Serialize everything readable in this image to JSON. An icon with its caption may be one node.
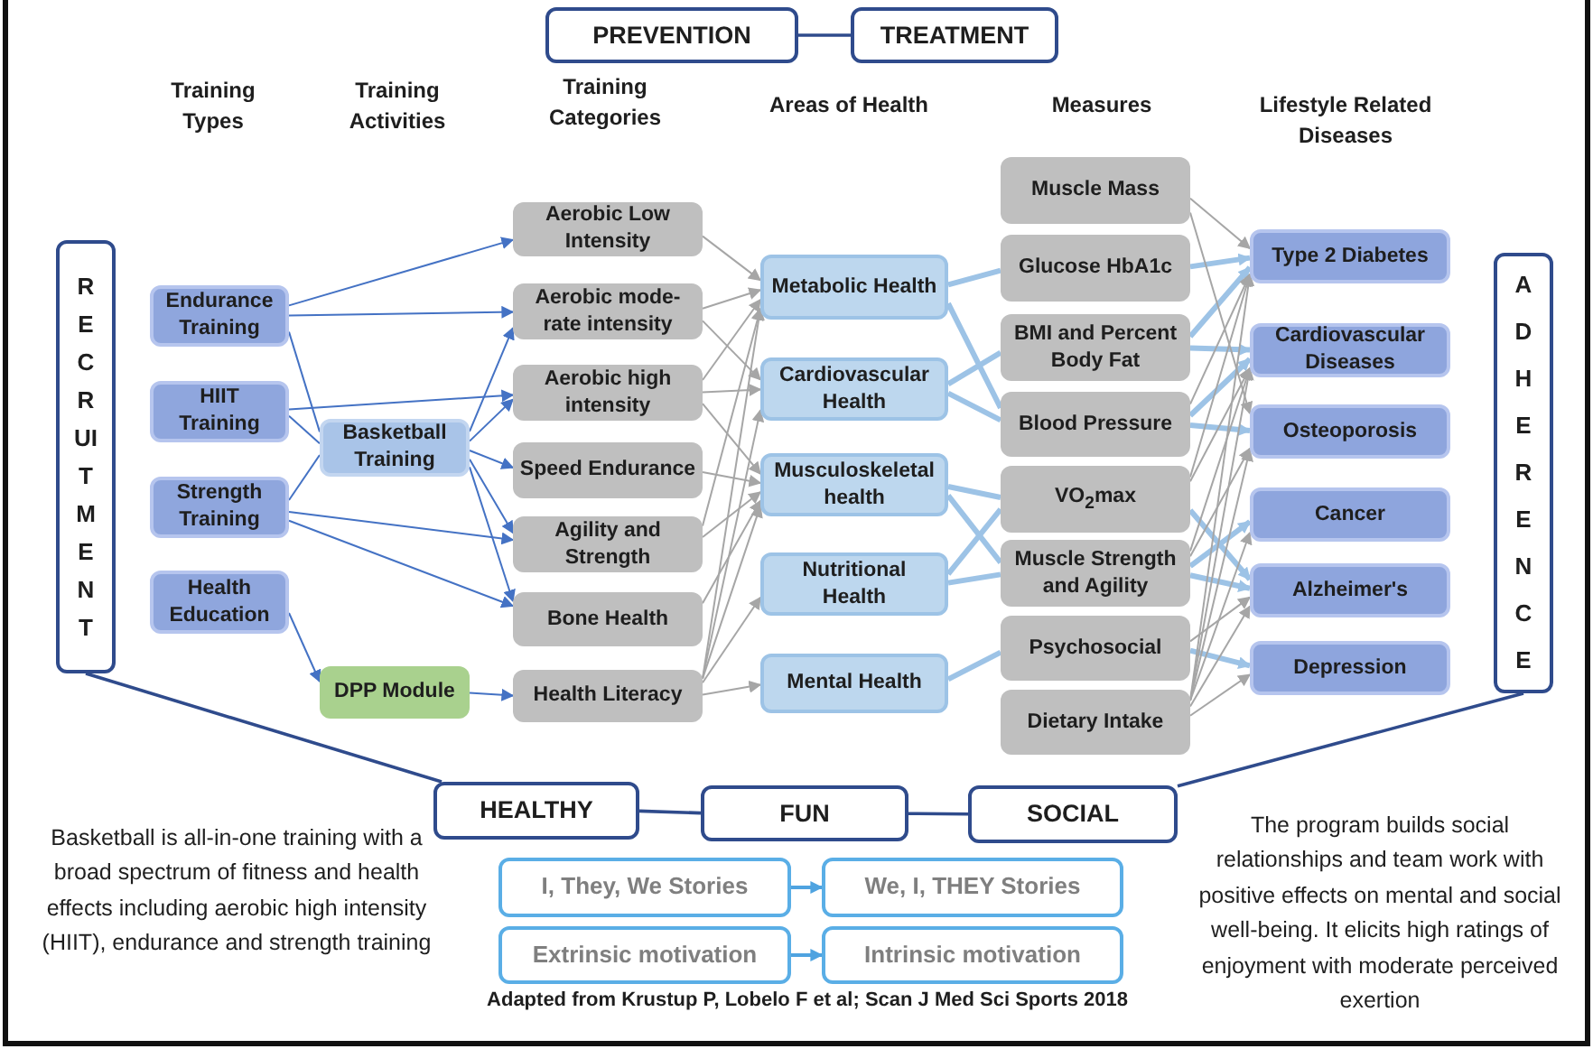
{
  "diagram": {
    "nodes": [
      {
        "text": [
          "PREVENTION"
        ]
      },
      {
        "text": [
          "TREATMENT"
        ]
      },
      {
        "text": [
          "RECRUITMENT"
        ]
      },
      {
        "text": [
          "ADHERENCE"
        ]
      },
      {
        "text": [
          "Endurance Training"
        ]
      },
      {
        "text": [
          "HIIT Training"
        ]
      },
      {
        "text": [
          "Strength Training"
        ]
      },
      {
        "text": [
          "Health Education"
        ]
      },
      {
        "text": [
          "Basketball Training"
        ]
      },
      {
        "text": [
          "DPP Module"
        ]
      },
      {
        "text": [
          "Aerobic Low Intensity"
        ]
      },
      {
        "text": [
          "Aerobic mode-rate intensity"
        ]
      },
      {
        "text": [
          "Aerobic high intensity"
        ]
      },
      {
        "text": [
          "Speed Endurance"
        ]
      },
      {
        "text": [
          "Agility and Strength"
        ]
      },
      {
        "text": [
          "Bone Health"
        ]
      },
      {
        "text": [
          "Health Literacy"
        ]
      },
      {
        "text": [
          "Metabolic Health"
        ]
      },
      {
        "text": [
          "Cardiovascular Health"
        ]
      },
      {
        "text": [
          "Musculoskeletal health"
        ]
      },
      {
        "text": [
          "Nutritional Health"
        ]
      },
      {
        "text": [
          "Mental Health"
        ]
      },
      {
        "text": [
          "Muscle Mass"
        ]
      },
      {
        "text": [
          "Glucose HbA1c"
        ]
      },
      {
        "text": [
          "BMI and Percent Body Fat"
        ]
      },
      {
        "text": [
          "Blood Pressure"
        ]
      },
      {
        "text": [
          "VO$_{2}$max"
        ]
      },
      {
        "text": [
          "Muscle Strength and Agility"
        ]
      },
      {
        "text": [
          "Psychosocial"
        ]
      },
      {
        "text": [
          "Dietary Intake"
        ]
      },
      {
        "text": [
          "Type 2 Diabetes"
        ]
      },
      {
        "text": [
          "Cardiovascular Diseases"
        ]
      },
      {
        "text": [
          "Osteoporosis"
        ]
      },
      {
        "text": [
          "Cancer"
        ]
      },
      {
        "text": [
          "Alzheimer's"
        ]
      },
      {
        "text": [
          "Depression"
        ]
      },
      {
        "text": [
          "HEALTHY"
        ]
      },
      {
        "text": [
          "FUN"
        ]
      },
      {
        "text": [
          "SOCIAL"
        ]
      },
      {
        "text": [
          "I, They, We Stories"
        ]
      },
      {
        "text": [
          "We, I, THEY Stories"
        ]
      },
      {
        "text": [
          "Extrinsic motivation"
        ]
      },
      {
        "text": [
          "Intrinsic motivation"
        ]
      }
    ],
    "edges": [
      {
        "from": 0,
        "to": 1,
        "arrow": "none",
        "color": "#2f4b8c"
      },
      {
        "from": 2,
        "to": 36,
        "arrow": "none",
        "color": "#2f4b8c"
      },
      {
        "from": 36,
        "to": 37,
        "arrow": "none",
        "color": "#2f4b8c"
      },
      {
        "from": 37,
        "to": 38,
        "arrow": "none",
        "color": "#2f4b8c"
      },
      {
        "from": 38,
        "to": 3,
        "arrow": "none",
        "color": "#2f4b8c"
      },
      {
        "from": 4,
        "to": 10,
        "arrow": "to",
        "color": "#4472c4"
      },
      {
        "from": 4,
        "to": 11,
        "arrow": "to",
        "color": "#4472c4"
      },
      {
        "from": 4,
        "to": 8,
        "arrow": "none",
        "color": "#4472c4"
      },
      {
        "from": 5,
        "to": 12,
        "arrow": "to",
        "color": "#4472c4"
      },
      {
        "from": 5,
        "to": 8,
        "arrow": "none",
        "color": "#4472c4"
      },
      {
        "from": 6,
        "to": 8,
        "arrow": "none",
        "color": "#4472c4"
      },
      {
        "from": 6,
        "to": 14,
        "arrow": "to",
        "color": "#4472c4"
      },
      {
        "from": 6,
        "to": 15,
        "arrow": "to",
        "color": "#4472c4"
      },
      {
        "from": 8,
        "to": 11,
        "arrow": "to",
        "color": "#4472c4"
      },
      {
        "from": 8,
        "to": 12,
        "arrow": "to",
        "color": "#4472c4"
      },
      {
        "from": 8,
        "to": 13,
        "arrow": "to",
        "color": "#4472c4"
      },
      {
        "from": 8,
        "to": 14,
        "arrow": "to",
        "color": "#4472c4"
      },
      {
        "from": 8,
        "to": 15,
        "arrow": "to",
        "color": "#4472c4"
      },
      {
        "from": 7,
        "to": 9,
        "arrow": "to",
        "color": "#4472c4"
      },
      {
        "from": 9,
        "to": 16,
        "arrow": "to",
        "color": "#4472c4"
      },
      {
        "from": 10,
        "to": 17,
        "arrow": "to"
      },
      {
        "from": 11,
        "to": 17,
        "arrow": "to"
      },
      {
        "from": 11,
        "to": 18,
        "arrow": "to"
      },
      {
        "from": 12,
        "to": 17,
        "arrow": "to"
      },
      {
        "from": 12,
        "to": 18,
        "arrow": "to"
      },
      {
        "from": 12,
        "to": 19,
        "arrow": "to"
      },
      {
        "from": 13,
        "to": 19,
        "arrow": "to"
      },
      {
        "from": 14,
        "to": 17,
        "arrow": "to"
      },
      {
        "from": 14,
        "to": 19,
        "arrow": "to"
      },
      {
        "from": 15,
        "to": 19,
        "arrow": "to"
      },
      {
        "from": 16,
        "to": 17,
        "arrow": "to"
      },
      {
        "from": 16,
        "to": 18,
        "arrow": "to"
      },
      {
        "from": 16,
        "to": 19,
        "arrow": "to"
      },
      {
        "from": 16,
        "to": 20,
        "arrow": "to"
      },
      {
        "from": 16,
        "to": 21,
        "arrow": "to"
      },
      {
        "from": 17,
        "to": 23,
        "arrow": "none",
        "style": "thick",
        "color": "#9dc3e6"
      },
      {
        "from": 17,
        "to": 25,
        "arrow": "none",
        "style": "thick",
        "color": "#9dc3e6"
      },
      {
        "from": 18,
        "to": 24,
        "arrow": "none",
        "style": "thick",
        "color": "#9dc3e6"
      },
      {
        "from": 18,
        "to": 25,
        "arrow": "none",
        "style": "thick",
        "color": "#9dc3e6"
      },
      {
        "from": 19,
        "to": 26,
        "arrow": "none",
        "style": "thick",
        "color": "#9dc3e6"
      },
      {
        "from": 19,
        "to": 27,
        "arrow": "none",
        "style": "thick",
        "color": "#9dc3e6"
      },
      {
        "from": 20,
        "to": 26,
        "arrow": "none",
        "style": "thick",
        "color": "#9dc3e6"
      },
      {
        "from": 20,
        "to": 27,
        "arrow": "none",
        "style": "thick",
        "color": "#9dc3e6"
      },
      {
        "from": 21,
        "to": 28,
        "arrow": "none",
        "style": "thick",
        "color": "#9dc3e6"
      },
      {
        "from": 23,
        "to": 30,
        "arrow": "to",
        "style": "thick",
        "color": "#9dc3e6"
      },
      {
        "from": 24,
        "to": 30,
        "arrow": "to",
        "style": "thick",
        "color": "#9dc3e6"
      },
      {
        "from": 24,
        "to": 31,
        "arrow": "to",
        "style": "thick",
        "color": "#9dc3e6"
      },
      {
        "from": 25,
        "to": 31,
        "arrow": "to",
        "style": "thick",
        "color": "#9dc3e6"
      },
      {
        "from": 25,
        "to": 32,
        "arrow": "to",
        "style": "thick",
        "color": "#9dc3e6"
      },
      {
        "from": 27,
        "to": 33,
        "arrow": "to",
        "style": "thick",
        "color": "#9dc3e6"
      },
      {
        "from": 26,
        "to": 34,
        "arrow": "to",
        "style": "thick",
        "color": "#9dc3e6"
      },
      {
        "from": 27,
        "to": 34,
        "arrow": "to",
        "style": "thick",
        "color": "#9dc3e6"
      },
      {
        "from": 28,
        "to": 35,
        "arrow": "to",
        "style": "thick",
        "color": "#9dc3e6"
      },
      {
        "from": 22,
        "to": 30,
        "arrow": "to"
      },
      {
        "from": 22,
        "to": 32,
        "arrow": "to"
      },
      {
        "from": 25,
        "to": 30,
        "arrow": "to"
      },
      {
        "from": 26,
        "to": 30,
        "arrow": "to"
      },
      {
        "from": 26,
        "to": 31,
        "arrow": "to"
      },
      {
        "from": 27,
        "to": 31,
        "arrow": "to"
      },
      {
        "from": 27,
        "to": 32,
        "arrow": "to"
      },
      {
        "from": 28,
        "to": 34,
        "arrow": "to"
      },
      {
        "from": 29,
        "to": 30,
        "arrow": "to"
      },
      {
        "from": 29,
        "to": 31,
        "arrow": "to"
      },
      {
        "from": 29,
        "to": 32,
        "arrow": "to"
      },
      {
        "from": 29,
        "to": 33,
        "arrow": "to"
      },
      {
        "from": 29,
        "to": 34,
        "arrow": "to"
      },
      {
        "from": 29,
        "to": 35,
        "arrow": "to"
      },
      {
        "from": 39,
        "to": 40,
        "arrow": "to",
        "color": "#4fa3e0"
      },
      {
        "from": 41,
        "to": 42,
        "arrow": "to",
        "color": "#4fa3e0"
      }
    ],
    "labels": [
      "Training Types",
      "Training Activities",
      "Training Categories",
      "Areas of Health",
      "Measures",
      "Lifestyle Related Diseases",
      "Basketball is all-in-one training with a broad spectrum of fitness and health effects including aerobic high intensity (HIIT), endurance and strength training",
      "The program builds social relationships and team work with positive effects on mental and social well-being. It elicits high ratings of enjoyment with moderate perceived exertion",
      "Adapted from Krustup P, Lobelo F et al; Scan J Med Sci  Sports 2018"
    ]
  }
}
